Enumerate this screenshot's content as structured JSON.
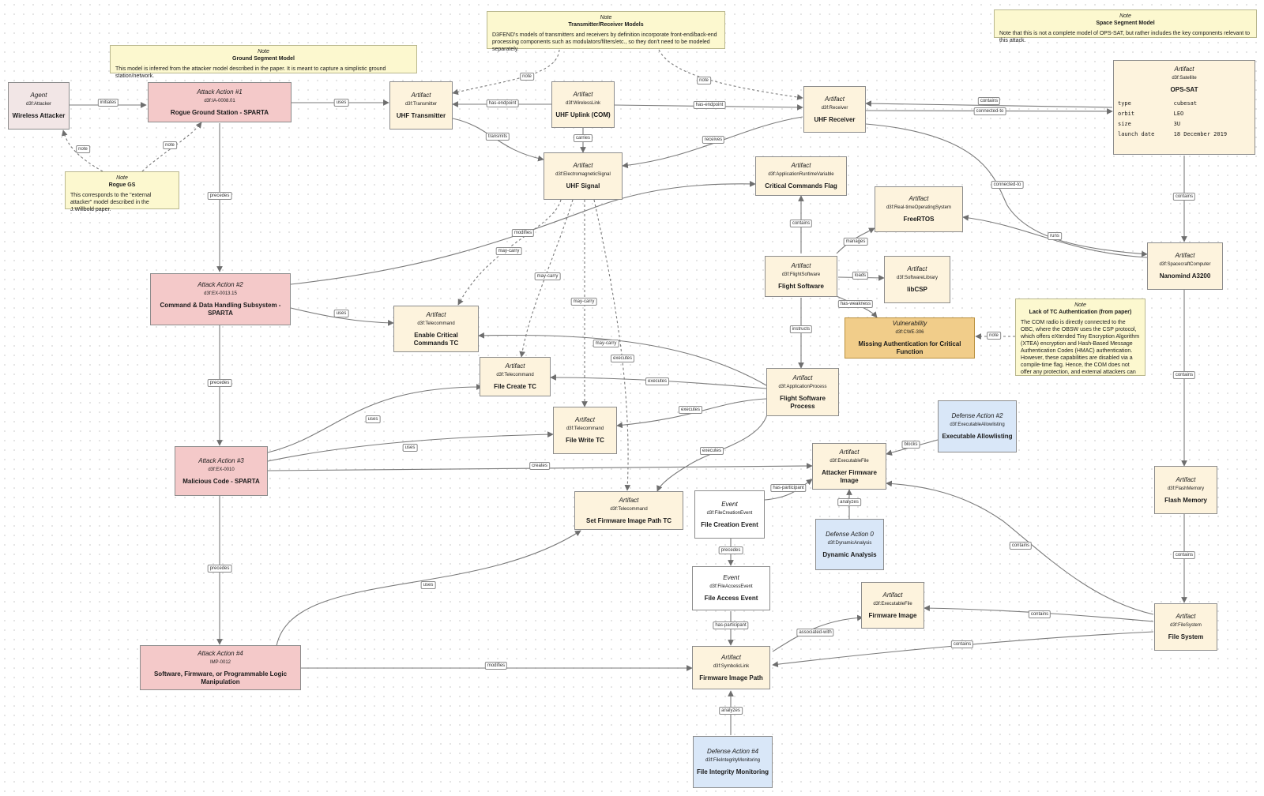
{
  "nodes": {
    "wireless_attacker": {
      "kind": "Agent",
      "cls": "d3f:Attacker",
      "label": "Wireless Attacker"
    },
    "attack1": {
      "kind": "Attack Action  #1",
      "cls": "d3f:IA-0008.01",
      "label": "Rogue Ground Station - SPARTA"
    },
    "attack2": {
      "kind": "Attack Action  #2",
      "cls": "d3f:EX-0013.15",
      "label": "Command & Data Handling Subsystem - SPARTA"
    },
    "attack3": {
      "kind": "Attack Action  #3",
      "cls": "d3f:EX-0010",
      "label": "Malicious Code - SPARTA"
    },
    "attack4": {
      "kind": "Attack Action  #4",
      "cls": "IMP-0012",
      "label": "Software, Firmware, or Programmable Logic Manipulation"
    },
    "uhf_tx": {
      "kind": "Artifact",
      "cls": "d3f:Transmitter",
      "label": "UHF Transmitter"
    },
    "uhf_uplink": {
      "kind": "Artifact",
      "cls": "d3f:WirelessLink",
      "label": "UHF Uplink (COM)"
    },
    "uhf_rx": {
      "kind": "Artifact",
      "cls": "d3f:Receiver",
      "label": "UHF Receiver"
    },
    "uhf_signal": {
      "kind": "Artifact",
      "cls": "d3f:ElectromagneticSignal",
      "label": "UHF Signal"
    },
    "crit_flag": {
      "kind": "Artifact",
      "cls": "d3f:ApplicationRuntimeVariable",
      "label": "Critical Commands Flag"
    },
    "freertos": {
      "kind": "Artifact",
      "cls": "d3f:Real-timeOperatingSystem",
      "label": "FreeRTOS"
    },
    "flight_sw": {
      "kind": "Artifact",
      "cls": "d3f:FlightSoftware",
      "label": "Flight Software"
    },
    "libcsp": {
      "kind": "Artifact",
      "cls": "d3f:SoftwareLibrary",
      "label": "libCSP"
    },
    "enable_tc": {
      "kind": "Artifact",
      "cls": "d3f:Telecommand",
      "label": "Enable Critical Commands TC"
    },
    "vuln": {
      "kind": "Vulnerability",
      "cls": "d3f:CWE-306",
      "label": "Missing Authentication for Critical Function"
    },
    "file_create_tc": {
      "kind": "Artifact",
      "cls": "d3f:Telecommand",
      "label": "File Create TC"
    },
    "fsw_process": {
      "kind": "Artifact",
      "cls": "d3f:ApplicationProcess",
      "label": "Flight Software Process"
    },
    "file_write_tc": {
      "kind": "Artifact",
      "cls": "d3f:Telecommand",
      "label": "File Write TC"
    },
    "exec_allow": {
      "kind": "Defense Action  #2",
      "cls": "d3f:ExecutableAllowlisting",
      "label": "Executable Allowlisting"
    },
    "attacker_fw": {
      "kind": "Artifact",
      "cls": "d3f:ExecutableFile",
      "label": "Attacker Firmware Image"
    },
    "set_fw_tc": {
      "kind": "Artifact",
      "cls": "d3f:Telecommand",
      "label": "Set Firmware Image Path TC"
    },
    "file_create_evt": {
      "kind": "Event",
      "cls": "d3f:FileCreationEvent",
      "label": "File Creation Event"
    },
    "dyn_analysis": {
      "kind": "Defense Action  0",
      "cls": "d3f:DynamicAnalysis",
      "label": "Dynamic Analysis"
    },
    "file_access_evt": {
      "kind": "Event",
      "cls": "d3f:FileAccessEvent",
      "label": "File Access Event"
    },
    "fw_image": {
      "kind": "Artifact",
      "cls": "d3f:ExecutableFile",
      "label": "Firmware Image"
    },
    "fw_path": {
      "kind": "Artifact",
      "cls": "d3f:SymbolicLink",
      "label": "Firmware Image Path"
    },
    "fim": {
      "kind": "Defense Action  #4",
      "cls": "d3f:FileIntegrityMonitoring",
      "label": "File Integrity Monitoring"
    },
    "nanomind": {
      "kind": "Artifact",
      "cls": "d3f:SpacecraftComputer",
      "label": "Nanomind A3200"
    },
    "flash": {
      "kind": "Artifact",
      "cls": "d3f:FlashMemory",
      "label": "Flash Memory"
    },
    "file_system": {
      "kind": "Artifact",
      "cls": "d3f:FileSystem",
      "label": "File System"
    }
  },
  "satellite": {
    "kind": "Artifact",
    "cls": "d3f:Satellite",
    "label": "OPS-SAT",
    "props": [
      {
        "key": "type",
        "value": "cubesat"
      },
      {
        "key": "orbit",
        "value": "LEO"
      },
      {
        "key": "size",
        "value": "3U"
      },
      {
        "key": "launch date",
        "value": "18 December 2019"
      }
    ]
  },
  "notes": {
    "ground": {
      "kind": "Note",
      "title": "Ground Segment Model",
      "body": "This model is inferred from the attacker model described in the paper. It is meant to capture a simplistic ground station/network."
    },
    "txrx": {
      "kind": "Note",
      "title": "Transmitter/Receiver Models",
      "body": "D3FEND's models of transmitters and receivers by definition incorporate front-end/back-end processing components such as modulators/filters/etc., so they don't need to be modeled separately."
    },
    "space": {
      "kind": "Note",
      "title": "Space Segment Model",
      "body": "Note that this is not a complete model of OPS-SAT, but rather includes the key components relevant to this attack."
    },
    "rogue": {
      "kind": "Note",
      "title": "Rogue GS",
      "body": "This corresponds to the \"external attacker\" model described in the J.Willbold paper."
    },
    "tcauth": {
      "kind": "Note",
      "title": "Lack of TC Authentication (from paper)",
      "body": "The COM radio is directly connected to the OBC, where the OBSW uses the CSP protocol, which offers eXtended Tiny Encryption Algorithm (XTEA) encryption and Hash-Based Message Authentication Codes (HMAC) authentication. However, these capabilities are disabled via a compile-time flag. Hence, the COM does not offer any protection, and external attackers can command the satellite by executing arbitrary TCs, which includes anyone with a custom GS."
    }
  },
  "edge_labels": {
    "initiates": "initiates",
    "uses": "uses",
    "has_endpoint": "has-endpoint",
    "note": "note",
    "contains": "contains",
    "connected_to": "connected-to",
    "transmits": "transmits",
    "carries": "carries",
    "receives": "receives",
    "precedes": "precedes",
    "modifies": "modifies",
    "may_carry": "may-carry",
    "manages": "manages",
    "runs": "runs",
    "loads": "loads",
    "has_weakness": "has-weakness",
    "instructs": "instructs",
    "executes": "executes",
    "creates": "creates",
    "blocks": "blocks",
    "has_participant": "has-participant",
    "analyzes": "analyzes",
    "associated_with": "associated-with"
  }
}
